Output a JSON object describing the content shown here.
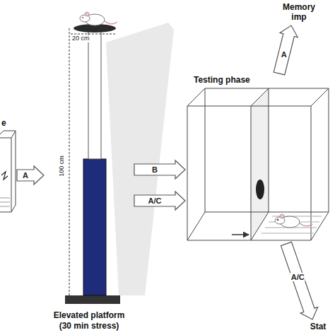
{
  "diagram": {
    "nodes": [
      {
        "text": [
          "e"
        ]
      },
      {
        "text": [
          "Elevated platform (30 min stress)"
        ]
      },
      {
        "text": [
          "Testing phase"
        ]
      },
      {
        "text": [
          "Memory imp"
        ]
      },
      {
        "text": [
          "Stat"
        ]
      }
    ],
    "edges": [
      {
        "from": 0,
        "to": 1,
        "arrow": "to",
        "label": "A"
      },
      {
        "from": 1,
        "to": 2,
        "arrow": "to",
        "label": "B"
      },
      {
        "from": 1,
        "to": 2,
        "arrow": "to",
        "label": "A/C"
      },
      {
        "from": 2,
        "to": 3,
        "arrow": "to",
        "label": "A"
      },
      {
        "from": 2,
        "to": 4,
        "arrow": "to",
        "label": "A/C"
      }
    ],
    "labels": [
      "20 cm",
      "100 cm"
    ]
  }
}
